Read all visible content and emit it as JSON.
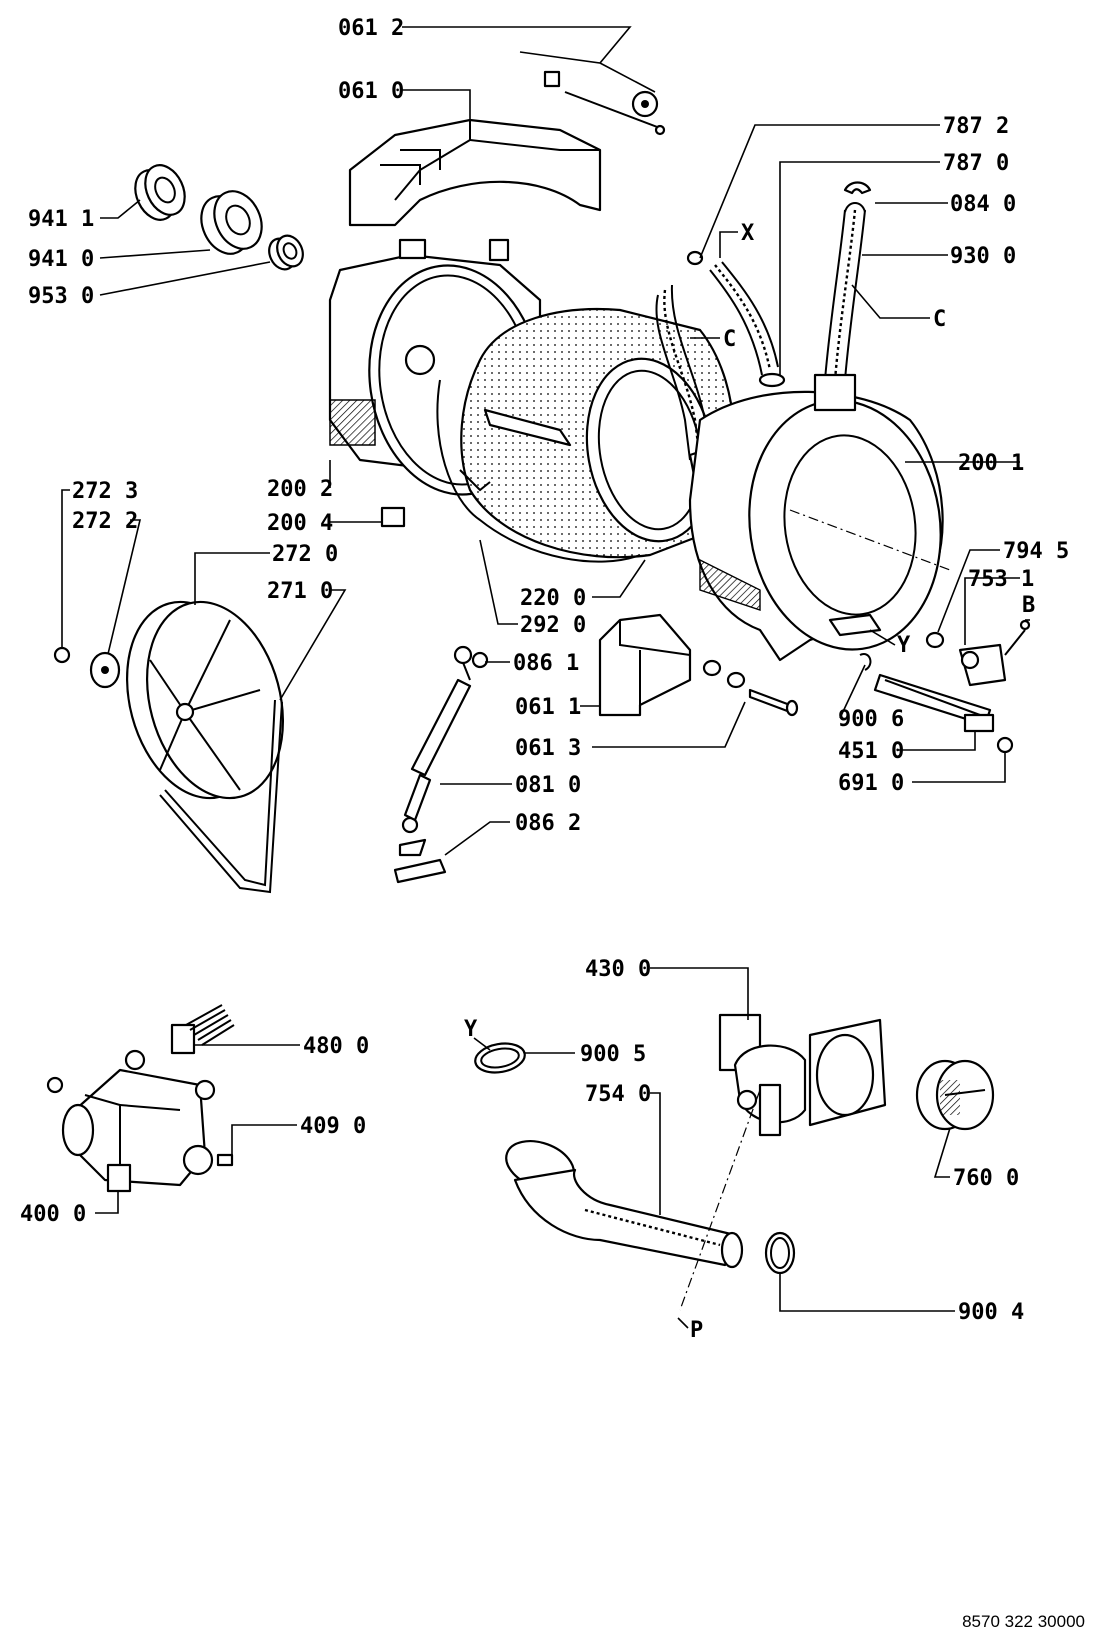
{
  "labels": {
    "l_0612": "061 2",
    "l_0610": "061 0",
    "l_9411": "941 1",
    "l_9410": "941 0",
    "l_9530": "953 0",
    "l_7872": "787 2",
    "l_7870": "787 0",
    "l_0840": "084 0",
    "l_9300": "930 0",
    "l_x": "X",
    "l_c1": "C",
    "l_c2": "C",
    "l_2001": "200 1",
    "l_2002": "200 2",
    "l_2004": "200 4",
    "l_2723": "272 3",
    "l_2722": "272 2",
    "l_2720": "272 0",
    "l_2710": "271 0",
    "l_2200": "220 0",
    "l_2920": "292 0",
    "l_7945": "794 5",
    "l_7531": "753 1",
    "l_b": "B",
    "l_y1": "Y",
    "l_0861": "086 1",
    "l_0611": "061 1",
    "l_0613": "061 3",
    "l_9006": "900 6",
    "l_4510": "451 0",
    "l_6910": "691 0",
    "l_0810": "081 0",
    "l_0862": "086 2",
    "l_4300": "430 0",
    "l_4800": "480 0",
    "l_y2": "Y",
    "l_9005": "900 5",
    "l_7540": "754 0",
    "l_4090": "409 0",
    "l_7600": "760 0",
    "l_4000": "400 0",
    "l_p": "P",
    "l_9004": "900 4"
  },
  "footer": {
    "doc_number": "8570 322 30000"
  }
}
